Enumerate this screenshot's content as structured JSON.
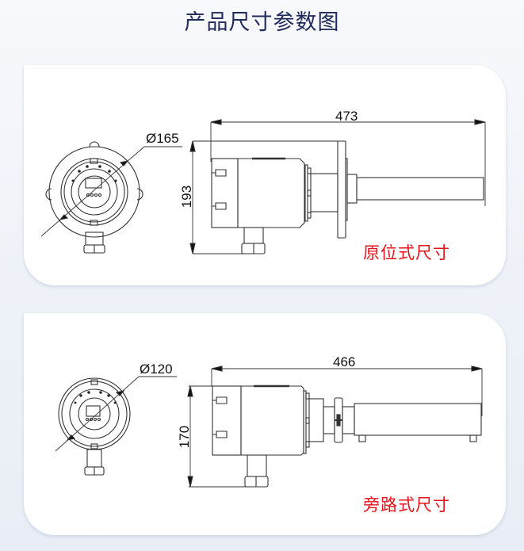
{
  "page": {
    "title": "产品尺寸参数图"
  },
  "colors": {
    "title": "#1f2a5a",
    "label_red": "#e8121a",
    "line": "#333333",
    "background": "#eef2f8",
    "card": "#ffffff"
  },
  "drawings": [
    {
      "id": "in-situ",
      "label": "原位式尺寸",
      "front_view": {
        "diameter_label": "Ø165"
      },
      "side_view": {
        "length_label": "473",
        "height_label": "193"
      }
    },
    {
      "id": "bypass",
      "label": "旁路式尺寸",
      "front_view": {
        "diameter_label": "Ø120"
      },
      "side_view": {
        "length_label": "466",
        "height_label": "170"
      }
    }
  ]
}
